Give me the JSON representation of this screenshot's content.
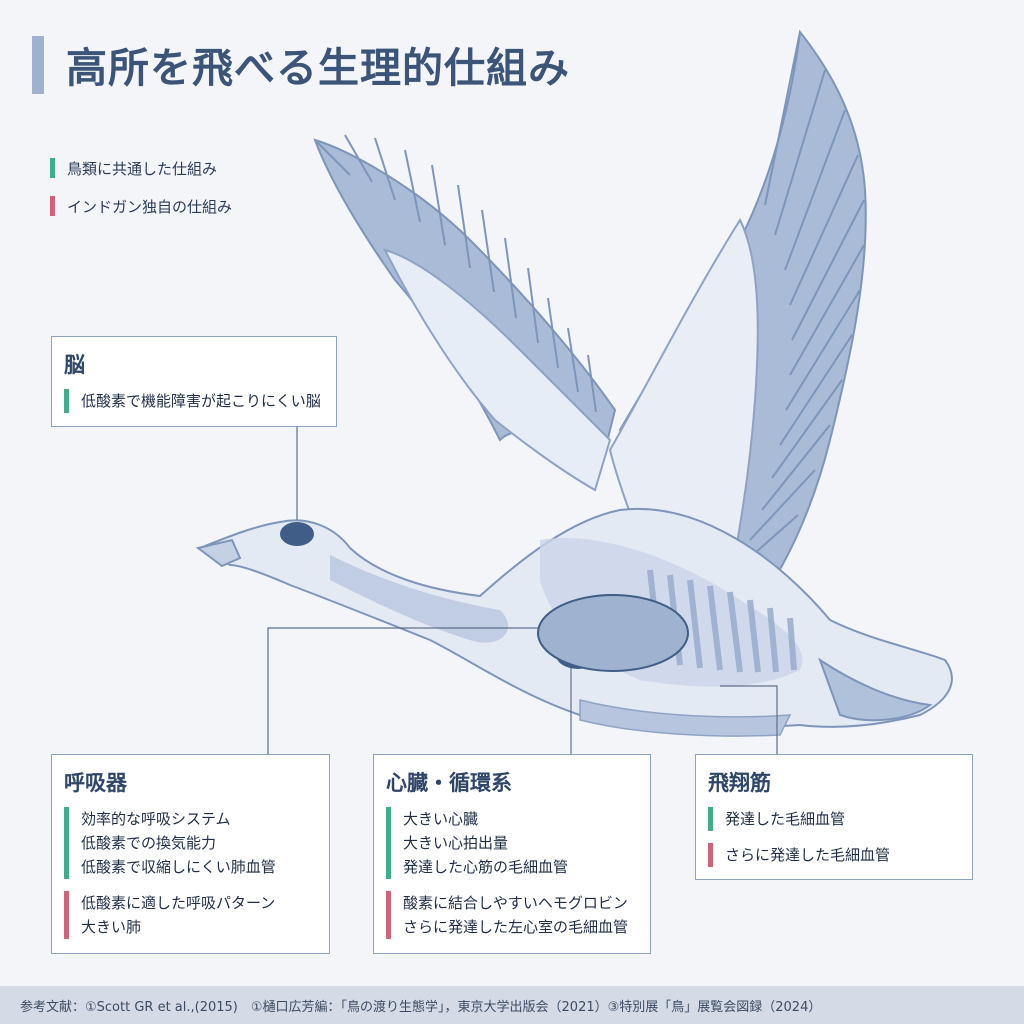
{
  "title": "高所を飛べる生理的仕組み",
  "legend": [
    {
      "label": "鳥類に共通した仕組み",
      "color": "#3fae8a"
    },
    {
      "label": "インドガン独自の仕組み",
      "color": "#d1627a"
    }
  ],
  "boxes": {
    "brain": {
      "heading": "脳",
      "groups": [
        {
          "color": "#3fae8a",
          "lines": [
            "低酸素で機能障害が起こりにくい脳"
          ]
        }
      ]
    },
    "respiratory": {
      "heading": "呼吸器",
      "groups": [
        {
          "color": "#3fae8a",
          "lines": [
            "効率的な呼吸システム",
            "低酸素での換気能力",
            "低酸素で収縮しにくい肺血管"
          ]
        },
        {
          "color": "#d1627a",
          "lines": [
            "低酸素に適した呼吸パターン",
            "大きい肺"
          ]
        }
      ]
    },
    "heart": {
      "heading": "心臓・循環系",
      "groups": [
        {
          "color": "#3fae8a",
          "lines": [
            "大きい心臓",
            "大きい心拍出量",
            "発達した心筋の毛細血管"
          ]
        },
        {
          "color": "#d1627a",
          "lines": [
            "酸素に結合しやすいヘモグロビン",
            "さらに発達した左心室の毛細血管"
          ]
        }
      ]
    },
    "flight_muscle": {
      "heading": "飛翔筋",
      "groups": [
        {
          "color": "#3fae8a",
          "lines": [
            "発達した毛細血管"
          ]
        },
        {
          "color": "#d1627a",
          "lines": [
            "さらに発達した毛細血管"
          ]
        }
      ]
    }
  },
  "footer": "参考文献：①Scott GR et al.,(2015)　①樋口広芳編：「鳥の渡り生態学」，東京大学出版会（2021）③特別展「鳥」展覧会図録（2024）"
}
